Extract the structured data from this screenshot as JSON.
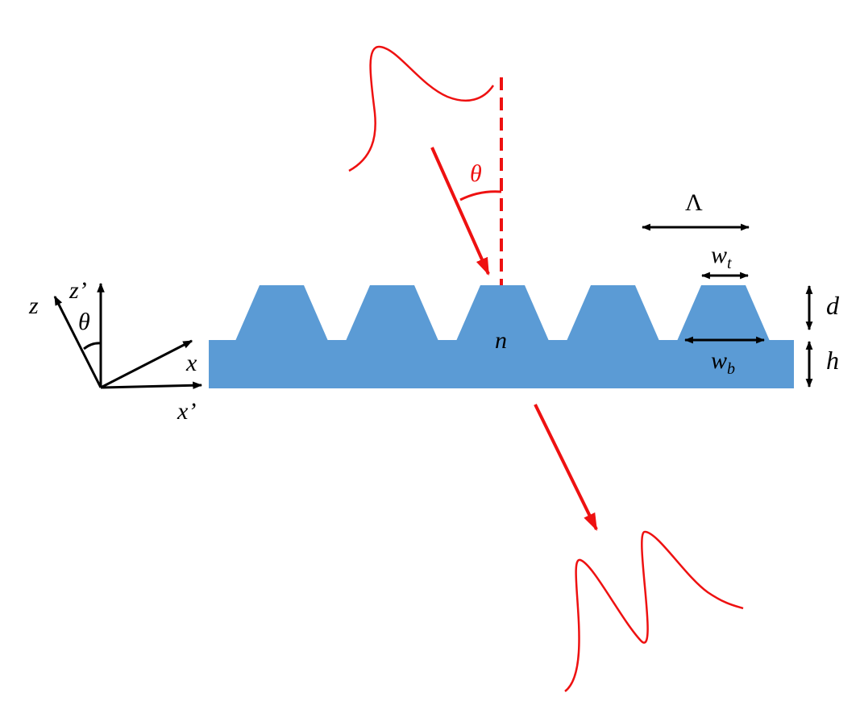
{
  "colors": {
    "grating": "#5B9BD5",
    "beam": "#EE1111",
    "ink": "#000000",
    "background": "#ffffff"
  },
  "labels": {
    "incident_angle": "θ",
    "period": "Λ",
    "top_width": {
      "base": "w",
      "sub": "t"
    },
    "bottom_width": {
      "base": "w",
      "sub": "b"
    },
    "depth": "d",
    "substrate_thickness": "h",
    "refractive_index": "n",
    "axis_z": "z",
    "axis_z_prime": "z’",
    "axis_x": "x",
    "axis_x_prime": "x’",
    "axis_angle": "θ"
  },
  "grating": {
    "ridge_count": 5
  },
  "icons": {
    "incident_pulse": "incident-pulse-waveform-icon",
    "transmitted_pulse": "transmitted-pulse-waveform-icon"
  }
}
